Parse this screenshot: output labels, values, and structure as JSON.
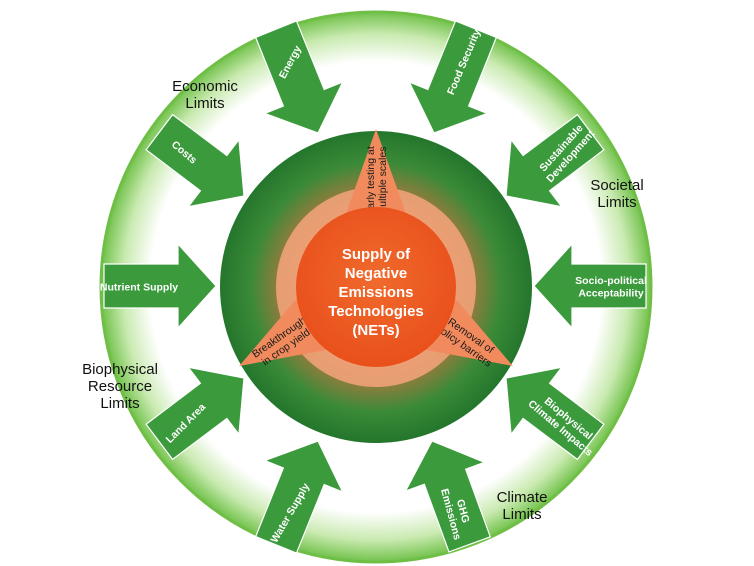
{
  "colors": {
    "arrow_green": "#3b9a3c",
    "ring_green": "#7cc655",
    "disc_green": "#2f7d32",
    "core_orange": "#ee5a24",
    "halo_orange": "#f4a57d",
    "triangle_orange": "#f18a5c"
  },
  "core": {
    "lines": [
      "Supply of",
      "Negative",
      "Emissions",
      "Technologies",
      "(NETs)"
    ]
  },
  "groups": [
    {
      "id": "economic",
      "lines": [
        "Economic",
        "Limits"
      ]
    },
    {
      "id": "societal",
      "lines": [
        "Societal",
        "Limits"
      ]
    },
    {
      "id": "climate",
      "lines": [
        "Climate",
        "Limits"
      ]
    },
    {
      "id": "biophysical",
      "lines": [
        "Biophysical",
        "Resource",
        "Limits"
      ]
    }
  ],
  "pressures": [
    {
      "id": "energy",
      "lines": [
        "Energy"
      ]
    },
    {
      "id": "food-security",
      "lines": [
        "Food Security"
      ]
    },
    {
      "id": "sustainable-development",
      "lines": [
        "Sustainable",
        "Development"
      ]
    },
    {
      "id": "socio-political-acceptability",
      "lines": [
        "Socio-political",
        "Acceptability"
      ]
    },
    {
      "id": "biophysical-climate-impacts",
      "lines": [
        "Biophysical",
        "Climate Impacts"
      ]
    },
    {
      "id": "ghg-emissions",
      "lines": [
        "GHG",
        "Emissions"
      ]
    },
    {
      "id": "water-supply",
      "lines": [
        "Water Supply"
      ]
    },
    {
      "id": "land-area",
      "lines": [
        "Land Area"
      ]
    },
    {
      "id": "nutrient-supply",
      "lines": [
        "Nutrient Supply"
      ]
    },
    {
      "id": "costs",
      "lines": [
        "Costs"
      ]
    }
  ],
  "drivers": [
    {
      "id": "early-testing",
      "lines": [
        "Early testing at",
        "multiple scales"
      ]
    },
    {
      "id": "policy-barriers",
      "lines": [
        "Removal of",
        "policy barriers"
      ]
    },
    {
      "id": "crop-yields",
      "lines": [
        "Breakthroughs",
        "in crop yields"
      ]
    }
  ]
}
